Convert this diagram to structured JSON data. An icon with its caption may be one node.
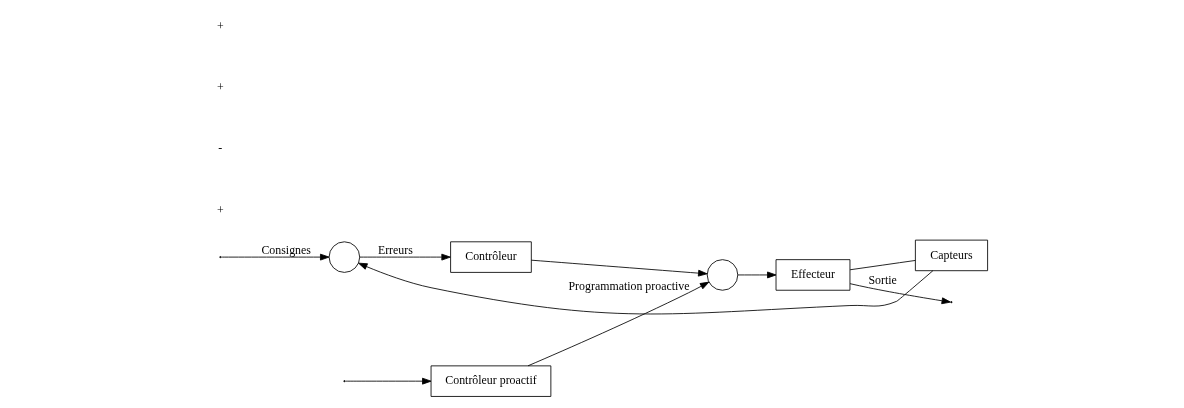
{
  "diagram": {
    "nodes": [
      {
        "text": [
          "Contrôleur proactif"
        ]
      },
      {
        "text": [],
        "shape": "circle"
      },
      {
        "text": [
          "Contrôleur"
        ]
      },
      {
        "text": [],
        "shape": "circle"
      },
      {
        "text": [
          "Effecteur"
        ]
      },
      {
        "text": [
          "Capteurs"
        ]
      }
    ],
    "edges": [
      {
        "from": null,
        "to": 0,
        "arrow": "to"
      },
      {
        "from": null,
        "to": 1,
        "arrow": "to",
        "label": "Consignes"
      },
      {
        "from": 1,
        "to": 2,
        "arrow": "to",
        "label": "Erreurs"
      },
      {
        "from": 0,
        "to": 3,
        "arrow": "to",
        "label": "Programmation proactive"
      },
      {
        "from": 2,
        "to": 3,
        "arrow": "to"
      },
      {
        "from": 3,
        "to": 4,
        "arrow": "to"
      },
      {
        "from": 4,
        "to": null,
        "arrow": "to",
        "label": "Sortie"
      },
      {
        "from": 4,
        "to": 5,
        "arrow": "none"
      },
      {
        "from": 5,
        "to": 1,
        "arrow": "to"
      }
    ],
    "labels": [
      "+",
      "-",
      "+",
      "+"
    ]
  }
}
